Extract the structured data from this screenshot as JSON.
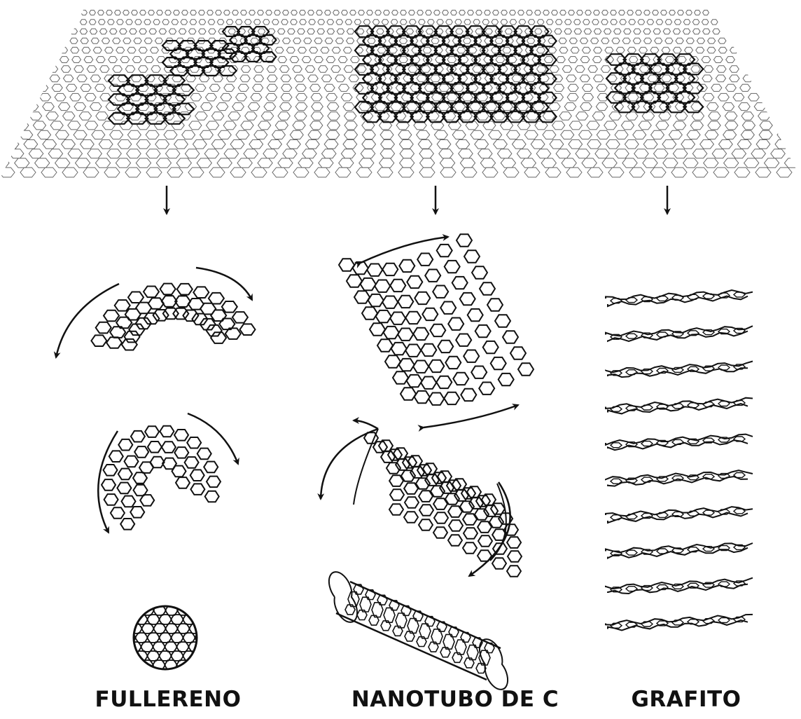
{
  "diagram": {
    "labels": {
      "fullereno": "FULLERENO",
      "nanotubo": "NANOTUBO DE C",
      "grafito": "GRAFITO"
    },
    "colors": {
      "background": "#ffffff",
      "ink": "#111111",
      "sheet_light": "#666666"
    }
  }
}
